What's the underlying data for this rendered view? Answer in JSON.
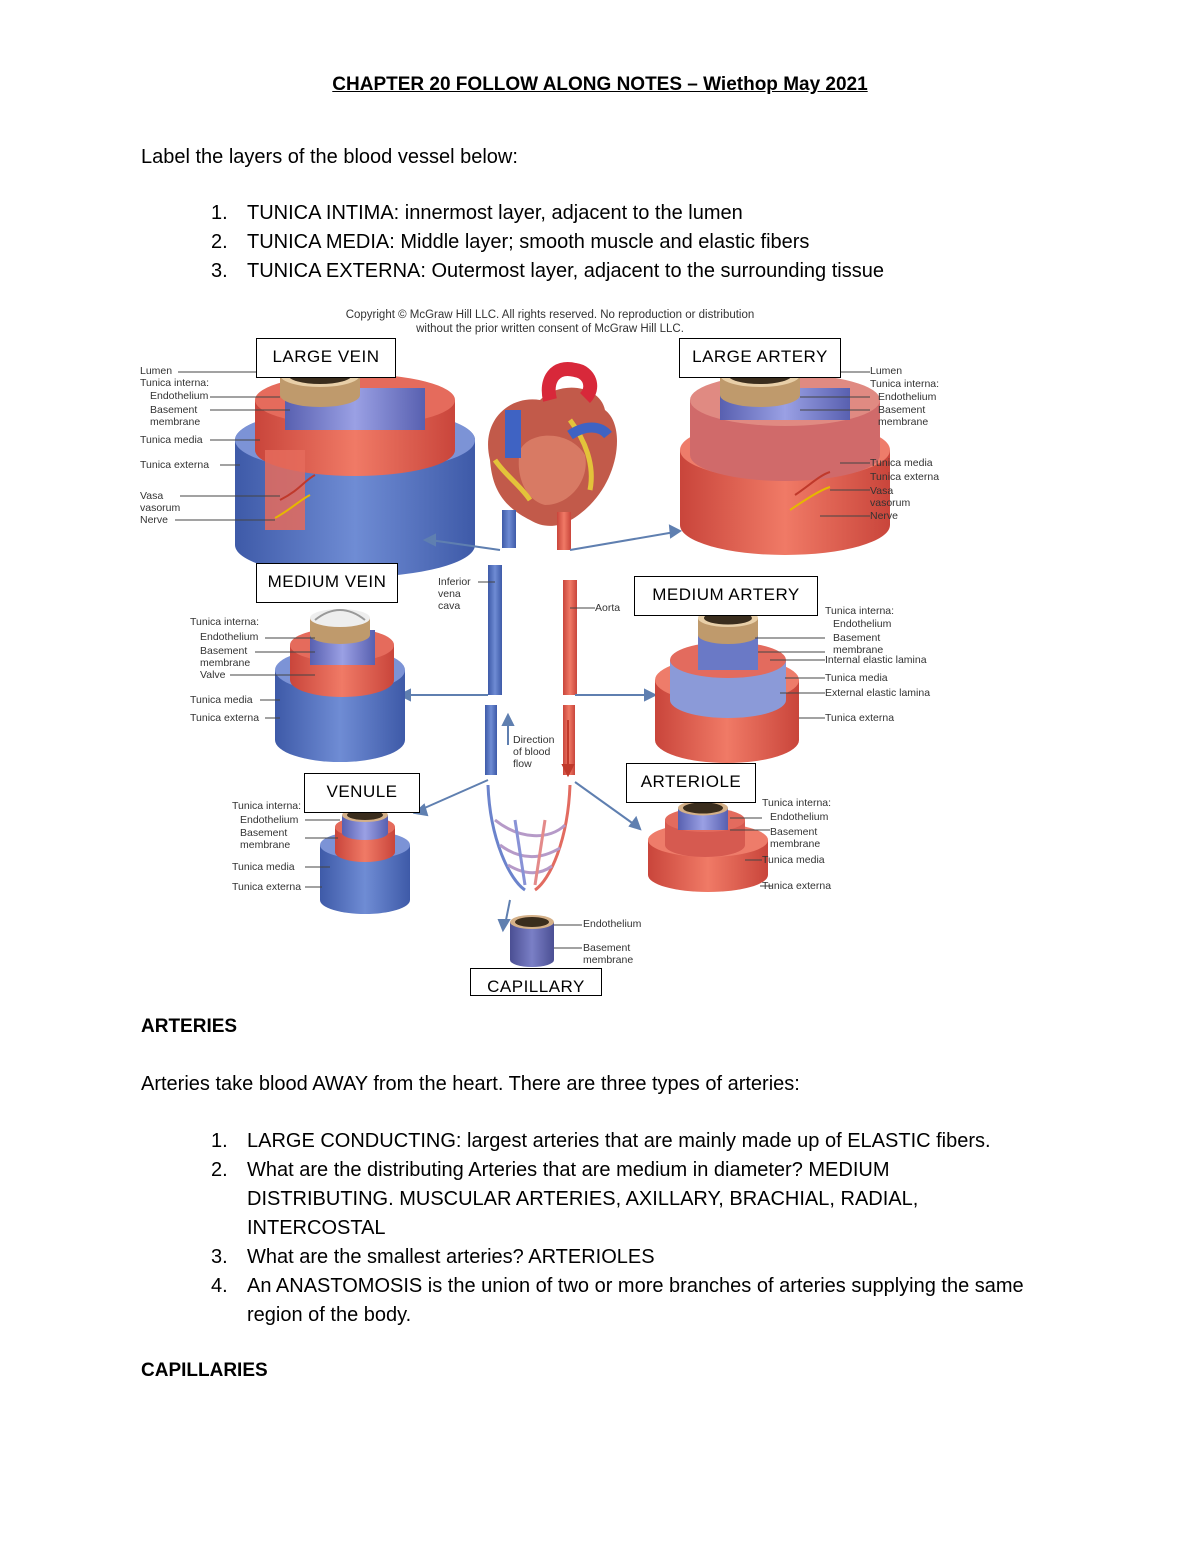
{
  "title": "CHAPTER 20 FOLLOW ALONG NOTES – Wiethop May 2021",
  "intro": "Label the layers of the blood vessel below:",
  "layers": [
    {
      "num": "1.",
      "text": "TUNICA INTIMA: innermost layer, adjacent to the lumen"
    },
    {
      "num": "2.",
      "text": "TUNICA MEDIA: Middle layer; smooth muscle and elastic fibers"
    },
    {
      "num": "3.",
      "text": "TUNICA EXTERNA: Outermost layer, adjacent to the surrounding tissue"
    }
  ],
  "figure": {
    "copyright": "Copyright © McGraw Hill LLC. All rights reserved. No reproduction or distribution without the prior written consent of McGraw Hill LLC.",
    "boxes": {
      "large_vein": "LARGE VEIN",
      "large_artery": "LARGE ARTERY",
      "medium_vein": "MEDIUM VEIN",
      "medium_artery": "MEDIUM ARTERY",
      "venule": "VENULE",
      "arteriole": "ARTERIOLE",
      "capillary": "CAPILLARY"
    },
    "labels": {
      "lv_lumen": "Lumen",
      "lv_interna": "Tunica interna:",
      "lv_endo": "Endothelium",
      "lv_basement": "Basement\nmembrane",
      "lv_media": "Tunica media",
      "lv_externa": "Tunica externa",
      "lv_vasa": "Vasa\nvasorum",
      "lv_nerve": "Nerve",
      "la_lumen": "Lumen",
      "la_interna": "Tunica interna:",
      "la_endo": "Endothelium",
      "la_basement": "Basement\nmembrane",
      "la_media": "Tunica media",
      "la_externa": "Tunica externa",
      "la_vasa": "Vasa\nvasorum",
      "la_nerve": "Nerve",
      "ivc": "Inferior\nvena\ncava",
      "aorta": "Aorta",
      "direction": "Direction\nof blood\nflow",
      "mv_interna": "Tunica interna:",
      "mv_endo": "Endothelium",
      "mv_basement": "Basement\nmembrane",
      "mv_valve": "Valve",
      "mv_media": "Tunica media",
      "mv_externa": "Tunica externa",
      "ma_interna": "Tunica interna:",
      "ma_endo": "Endothelium",
      "ma_basement": "Basement\nmembrane",
      "ma_iel": "Internal elastic lamina",
      "ma_media": "Tunica media",
      "ma_eel": "External elastic lamina",
      "ma_externa": "Tunica externa",
      "vn_interna": "Tunica interna:",
      "vn_endo": "Endothelium",
      "vn_basement": "Basement\nmembrane",
      "vn_media": "Tunica media",
      "vn_externa": "Tunica externa",
      "ar_interna": "Tunica interna:",
      "ar_endo": "Endothelium",
      "ar_basement": "Basement\nmembrane",
      "ar_media": "Tunica media",
      "ar_externa": "Tunica externa",
      "cap_endo": "Endothelium",
      "cap_basement": "Basement\nmembrane"
    },
    "colors": {
      "vein": "#5b79c4",
      "artery": "#e2574c",
      "intima_vein": "#7e86d6",
      "lumen_ring": "#c9a67a"
    }
  },
  "arteries_heading": "ARTERIES",
  "arteries_intro": "Arteries take blood AWAY from the heart. There are three types of arteries:",
  "arteries_list": [
    {
      "num": "1.",
      "text": "LARGE CONDUCTING: largest arteries that are mainly made up of ELASTIC fibers."
    },
    {
      "num": "2.",
      "text": "What are the distributing Arteries that are medium in diameter? MEDIUM DISTRIBUTING. MUSCULAR ARTERIES, AXILLARY, BRACHIAL, RADIAL, INTERCOSTAL"
    },
    {
      "num": "3.",
      "text": "What are the smallest arteries? ARTERIOLES"
    },
    {
      "num": "4.",
      "text": "An ANASTOMOSIS is the union of two or more branches of arteries supplying the same region of the body."
    }
  ],
  "capillaries_heading": "CAPILLARIES"
}
